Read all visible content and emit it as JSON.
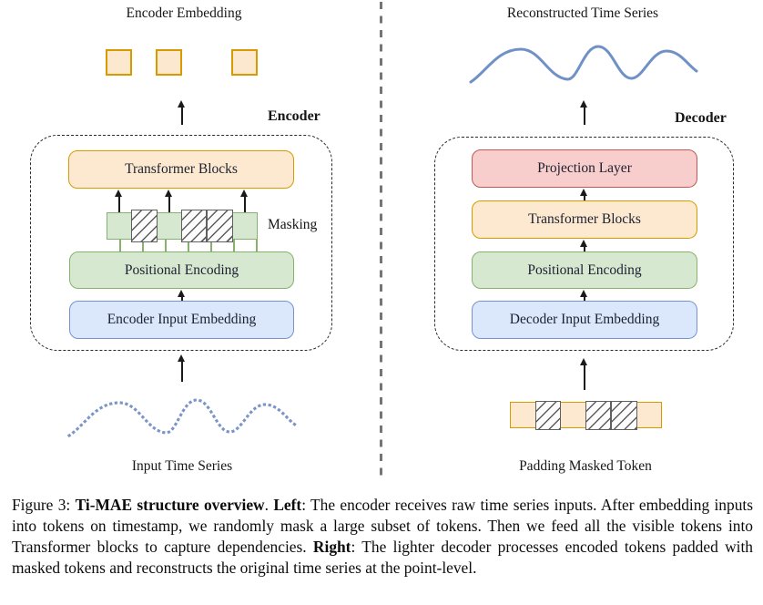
{
  "figure": {
    "left": {
      "title": "Encoder Embedding",
      "region_label": "Encoder",
      "masking_label": "Masking",
      "boxes": [
        {
          "label": "Transformer Blocks",
          "color": "orange"
        },
        {
          "label": "Positional Encoding",
          "color": "green"
        },
        {
          "label": "Encoder Input Embedding",
          "color": "blue"
        }
      ],
      "bottom_label": "Input Time Series"
    },
    "right": {
      "title": "Reconstructed Time Series",
      "region_label": "Decoder",
      "boxes": [
        {
          "label": "Projection Layer",
          "color": "red"
        },
        {
          "label": "Transformer Blocks",
          "color": "orange"
        },
        {
          "label": "Positional Encoding",
          "color": "green"
        },
        {
          "label": "Decoder Input Embedding",
          "color": "blue"
        }
      ],
      "bottom_label": "Padding Masked Token"
    }
  },
  "tokens": {
    "pattern": [
      "visible",
      "masked",
      "visible",
      "masked",
      "masked",
      "visible"
    ]
  },
  "colors": {
    "orange_fill": "#FDE9D0",
    "orange_border": "#D79B00",
    "green_fill": "#D7E8D1",
    "green_border": "#85B36B",
    "blue_fill": "#DBE8FB",
    "blue_border": "#7694C9",
    "red_fill": "#F8CECC",
    "red_border": "#BB5A56",
    "wave_blue": "#6F91C6",
    "hatch_gray": "#5F5F5F"
  },
  "caption": {
    "parts": [
      {
        "text": "Figure 3: ",
        "bold": false
      },
      {
        "text": "Ti-MAE structure overview",
        "bold": true
      },
      {
        "text": ". ",
        "bold": false
      },
      {
        "text": "Left",
        "bold": true
      },
      {
        "text": ": The encoder receives raw time series inputs. After embedding inputs into tokens on timestamp, we randomly mask a large subset of tokens. Then we feed all the visible tokens into Transformer blocks to capture dependencies. ",
        "bold": false
      },
      {
        "text": "Right",
        "bold": true
      },
      {
        "text": ": The lighter decoder processes encoded tokens padded with masked tokens and reconstructs the original time series at the point-level.",
        "bold": false
      }
    ]
  }
}
